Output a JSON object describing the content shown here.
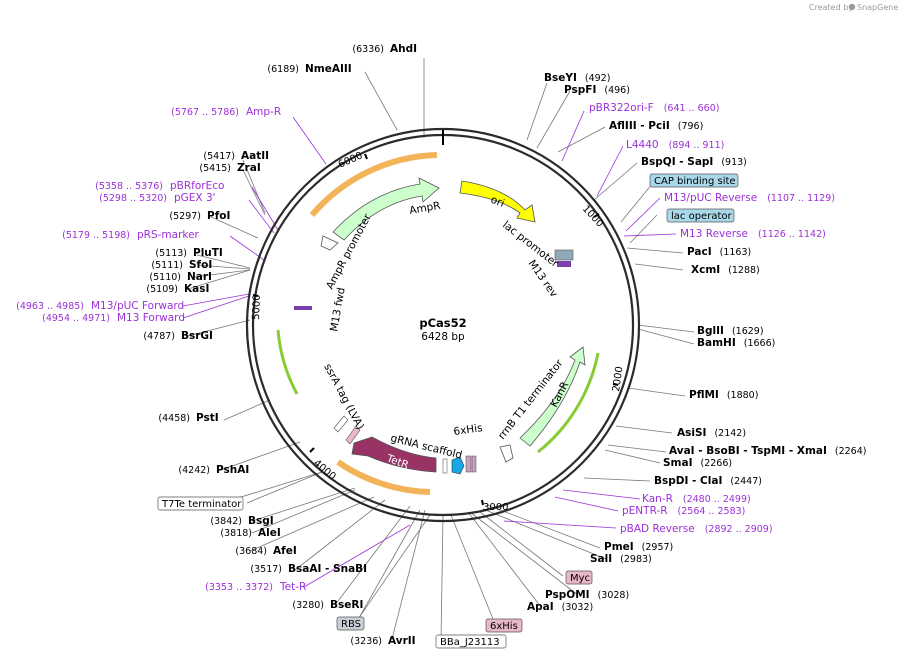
{
  "credit": {
    "prefix": "Created by",
    "brand": "SnapGene"
  },
  "plasmid": {
    "name": "pCas52",
    "size_label": "6428 bp"
  },
  "ticks": [
    "1000",
    "2000",
    "3000",
    "4000",
    "5000",
    "6000"
  ],
  "sites": [
    {
      "name": "AhdI",
      "pos": "(6336)"
    },
    {
      "name": "NmeAIII",
      "pos": "(6189)"
    },
    {
      "name": "BseYI",
      "pos": "(492)"
    },
    {
      "name": "PspFI",
      "pos": "(496)"
    },
    {
      "name": "AflIII - PciI",
      "pos": "(796)"
    },
    {
      "name": "BspQI - SapI",
      "pos": "(913)"
    },
    {
      "name": "PacI",
      "pos": "(1163)"
    },
    {
      "name": "XcmI",
      "pos": "(1288)"
    },
    {
      "name": "AatII",
      "pos": "(5417)"
    },
    {
      "name": "ZraI",
      "pos": "(5415)"
    },
    {
      "name": "PfoI",
      "pos": "(5297)"
    },
    {
      "name": "PluTI",
      "pos": "(5113)"
    },
    {
      "name": "SfoI",
      "pos": "(5111)"
    },
    {
      "name": "NarI",
      "pos": "(5110)"
    },
    {
      "name": "KasI",
      "pos": "(5109)"
    },
    {
      "name": "BsrGI",
      "pos": "(4787)"
    },
    {
      "name": "BglII",
      "pos": "(1629)"
    },
    {
      "name": "BamHI",
      "pos": "(1666)"
    },
    {
      "name": "PflMI",
      "pos": "(1880)"
    },
    {
      "name": "AsiSI",
      "pos": "(2142)"
    },
    {
      "name": "AvaI - BsoBI - TspMI - XmaI",
      "pos": "(2264)"
    },
    {
      "name": "SmaI",
      "pos": "(2266)"
    },
    {
      "name": "BspDI - ClaI",
      "pos": "(2447)"
    },
    {
      "name": "PstI",
      "pos": "(4458)"
    },
    {
      "name": "PshAI",
      "pos": "(4242)"
    },
    {
      "name": "BsgI",
      "pos": "(3842)"
    },
    {
      "name": "AleI",
      "pos": "(3818)"
    },
    {
      "name": "AfeI",
      "pos": "(3684)"
    },
    {
      "name": "BsaAI - SnaBI",
      "pos": "(3517)"
    },
    {
      "name": "BseRI",
      "pos": "(3280)"
    },
    {
      "name": "AvrII",
      "pos": "(3236)"
    },
    {
      "name": "PmeI",
      "pos": "(2957)"
    },
    {
      "name": "SalI",
      "pos": "(2983)"
    },
    {
      "name": "PspOMI",
      "pos": "(3028)"
    },
    {
      "name": "ApaI",
      "pos": "(3032)"
    }
  ],
  "primers": [
    {
      "name": "Amp-R",
      "pos": "(5767 .. 5786)"
    },
    {
      "name": "pBRforEco",
      "pos": "(5358 .. 5376)"
    },
    {
      "name": "pGEX 3'",
      "pos": "(5298 .. 5320)"
    },
    {
      "name": "pRS-marker",
      "pos": "(5179 .. 5198)"
    },
    {
      "name": "M13/pUC Forward",
      "pos": "(4963 .. 4985)"
    },
    {
      "name": "M13 Forward",
      "pos": "(4954 .. 4971)"
    },
    {
      "name": "pBR322ori-F",
      "pos": "(641 .. 660)"
    },
    {
      "name": "L4440",
      "pos": "(894 .. 911)"
    },
    {
      "name": "M13/pUC Reverse",
      "pos": "(1107 .. 1129)"
    },
    {
      "name": "M13 Reverse",
      "pos": "(1126 .. 1142)"
    },
    {
      "name": "Kan-R",
      "pos": "(2480 .. 2499)"
    },
    {
      "name": "pENTR-R",
      "pos": "(2564 .. 2583)"
    },
    {
      "name": "pBAD Reverse",
      "pos": "(2892 .. 2909)"
    },
    {
      "name": "Tet-R",
      "pos": "(3353 .. 3372)"
    }
  ],
  "boxed_features": [
    "CAP binding site",
    "lac operator",
    "T7Te terminator",
    "Myc",
    "RBS",
    "6xHis",
    "BBa_J23113"
  ],
  "features": [
    "ori",
    "AmpR",
    "AmpR promoter",
    "lac promoter",
    "M13 rev",
    "M13 fwd",
    "KanR",
    "rrnB T1 terminator",
    "ssrA tag (LVA)",
    "TetR",
    "gRNA scaffold",
    "6xHis"
  ],
  "colors": {
    "ring": "#2b2b2b",
    "site_line": "#777777",
    "primer": "#9b30d8",
    "ori": "#ffff00",
    "amp_kan": "#ccffcc",
    "tetr": "#993366",
    "orange_arc": "#f0a030",
    "green_arc": "#88cc33",
    "cap_box": "#a8d8ea",
    "pink_box": "#e8b8c8",
    "gray_box": "#c9cfd8"
  }
}
